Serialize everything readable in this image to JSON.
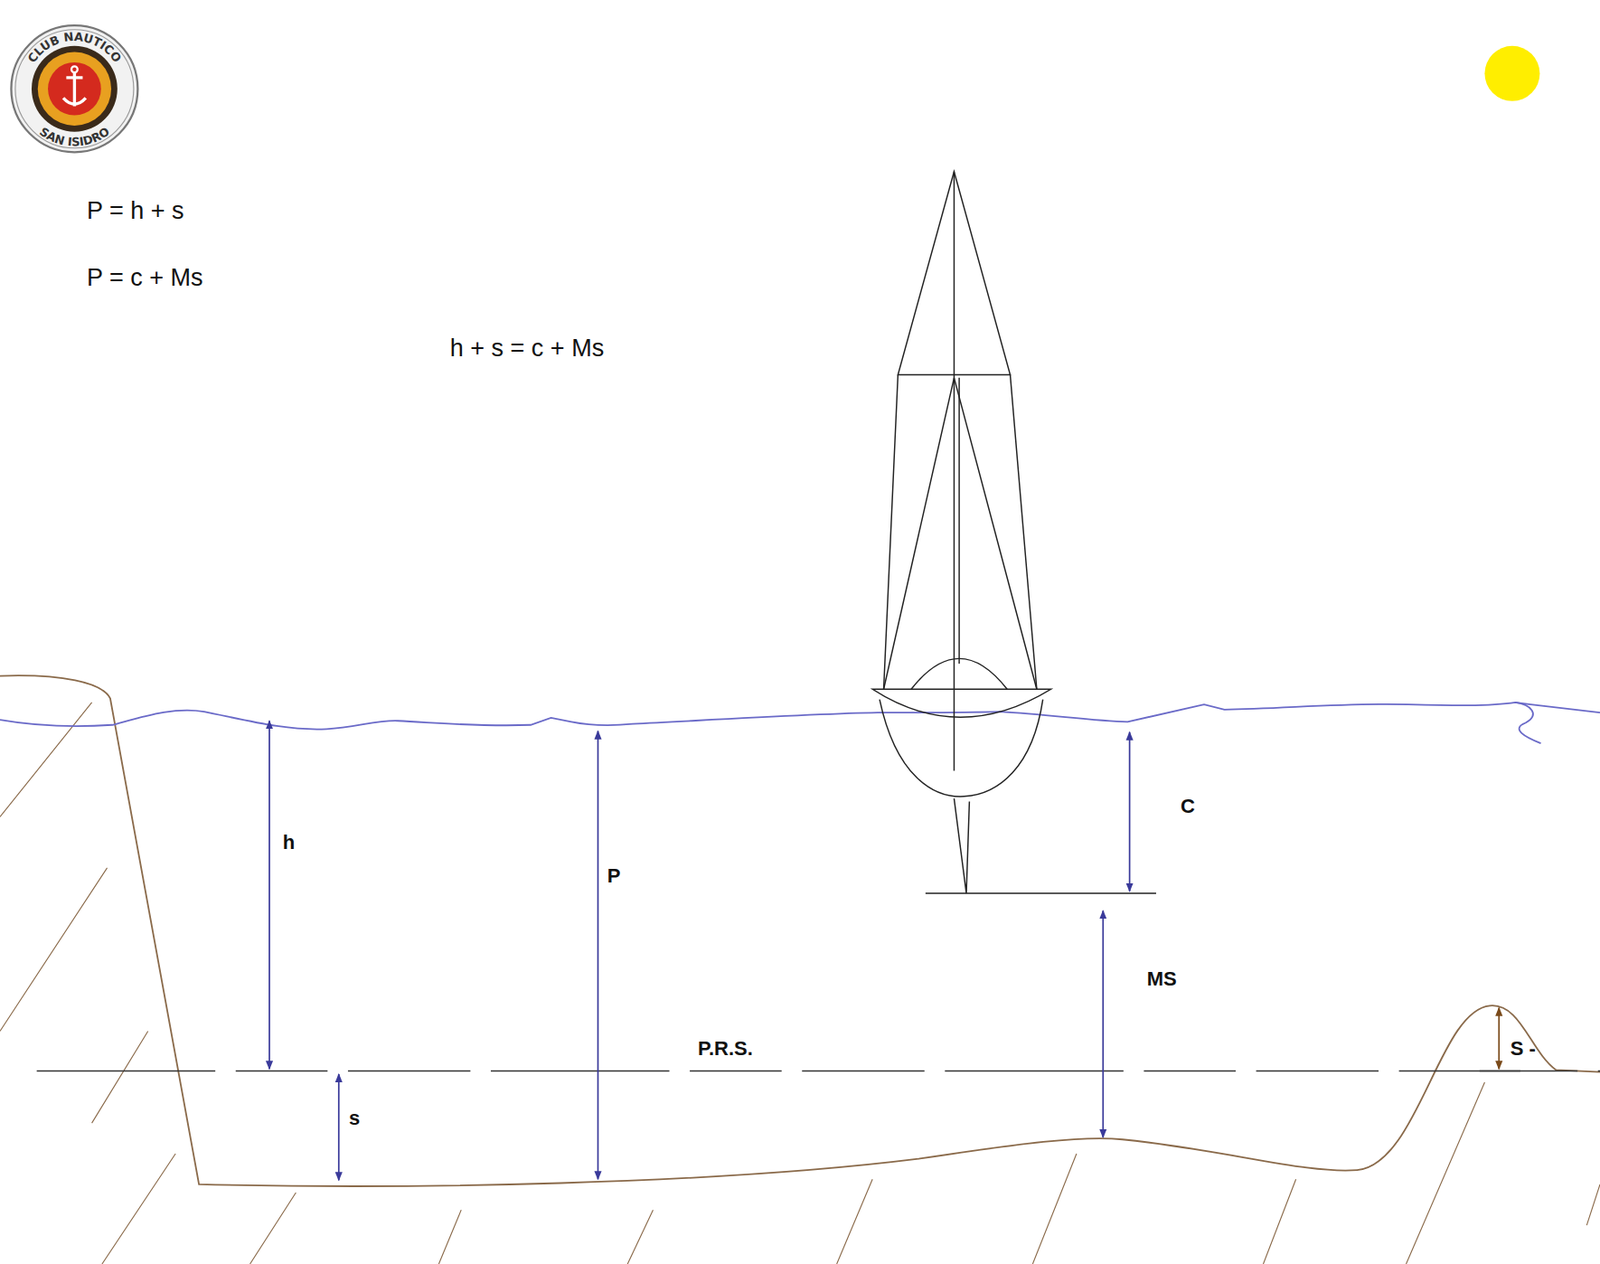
{
  "diagram": {
    "labels": [
      "CLUB NAUTICO",
      "SAN ISIDRO",
      "P = h + s",
      "P = c + Ms",
      "h + s = c + Ms",
      "h",
      "P",
      "C",
      "MS",
      "P.R.S.",
      "s",
      "S -"
    ]
  }
}
